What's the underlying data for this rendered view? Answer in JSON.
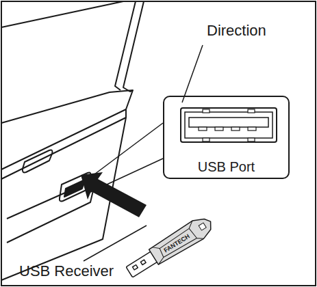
{
  "diagram": {
    "nodes": [
      {
        "text": [
          "USB Port"
        ]
      }
    ],
    "labels": [
      "Direction",
      "USB Receiver",
      "FANTECH"
    ]
  }
}
